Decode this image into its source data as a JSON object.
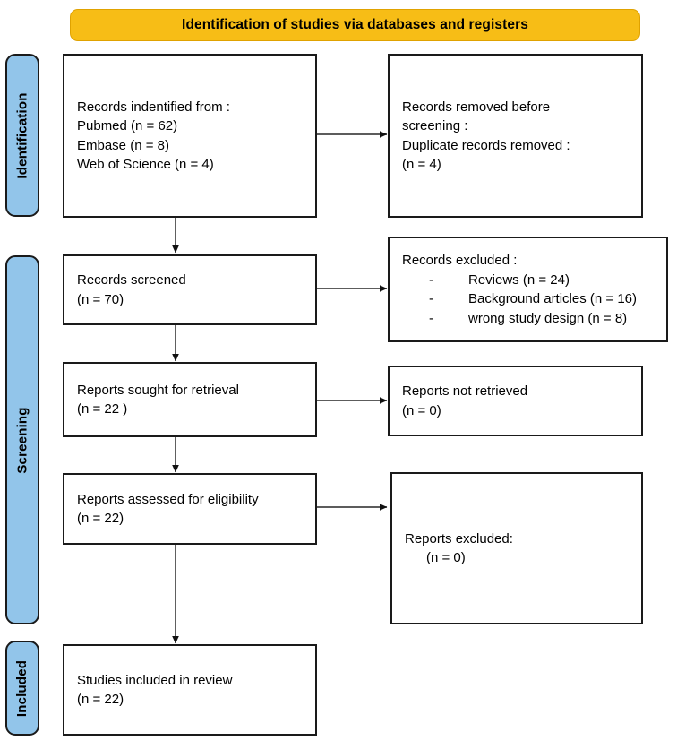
{
  "figure": {
    "type": "prisma-flow-diagram",
    "header": {
      "label": "Identification of studies via databases and registers",
      "color": "#F7BD16"
    },
    "stage_labels": [
      {
        "id": "identification",
        "label": "Identification",
        "color": "#92C5EA"
      },
      {
        "id": "screening",
        "label": "Screening",
        "color": "#92C5EA"
      },
      {
        "id": "included",
        "label": "Included",
        "color": "#92C5EA"
      }
    ],
    "boxes": {
      "records_identified": {
        "lines": [
          "Records indentified from :",
          "Pubmed (n = 62)",
          "Embase (n = 8)",
          "Web of Science (n = 4)"
        ]
      },
      "records_removed": {
        "lines": [
          "Records removed before",
          "screening :",
          "Duplicate records removed :",
          "(n = 4)"
        ]
      },
      "records_screened": {
        "lines": [
          "Records screened",
          "(n = 70)"
        ]
      },
      "records_excluded": {
        "heading": "Records excluded :",
        "bullets": [
          {
            "marker": "-",
            "text": "Reviews (n = 24)"
          },
          {
            "marker": "-",
            "text": "Background articles (n = 16)"
          },
          {
            "marker": "-",
            "text": "wrong study design (n = 8)"
          }
        ]
      },
      "reports_sought": {
        "lines": [
          "Reports sought for retrieval",
          "(n = 22 )"
        ]
      },
      "reports_not_retrieved": {
        "lines": [
          "Reports not retrieved",
          "(n = 0)"
        ]
      },
      "reports_assessed": {
        "lines": [
          "Reports assessed for eligibility",
          "(n = 22)"
        ]
      },
      "reports_excluded": {
        "heading": "Reports excluded:",
        "indented": "(n = 0)"
      },
      "studies_included": {
        "lines": [
          "Studies included in review",
          "(n = 22)"
        ]
      }
    }
  }
}
